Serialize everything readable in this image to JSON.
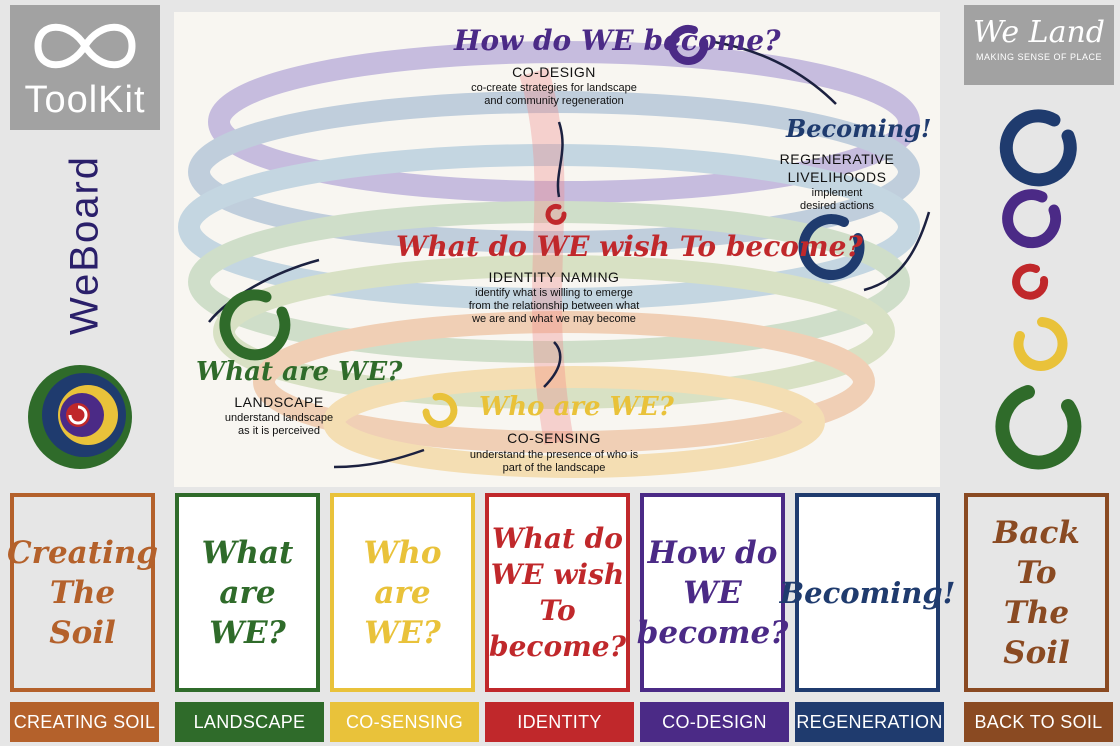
{
  "left_panel": {
    "brand": "ToolKit",
    "board_title": "WeBoard"
  },
  "right_panel": {
    "brand_title": "We Land",
    "brand_tagline": "MAKING SENSE OF PLACE"
  },
  "diagram": {
    "stages": [
      {
        "question": "How do WE become?",
        "heading": "CO-DESIGN",
        "desc": "co-create strategies for landscape\nand community regeneration",
        "color": "#4b2a86"
      },
      {
        "question": "Becoming!",
        "heading": "REGENERATIVE\nLIVELIHOODS",
        "desc": "implement\ndesired actions",
        "color": "#1f3b6e"
      },
      {
        "question": "What do WE wish To become?",
        "heading": "IDENTITY NAMING",
        "desc": "identify what is willing to emerge\nfrom the relationship between what\nwe are and what we may become",
        "color": "#c0282b"
      },
      {
        "question": "What are WE?",
        "heading": "LANDSCAPE",
        "desc": "understand landscape\nas it is perceived",
        "color": "#2f6b2a"
      },
      {
        "question": "Who are WE?",
        "heading": "CO-SENSING",
        "desc": "understand the presence of who is\npart of the landscape",
        "color": "#e9c23a"
      }
    ]
  },
  "cards": [
    {
      "title": "Creating\nThe\nSoil",
      "tab": "CREATING SOIL",
      "color": "#b4612b"
    },
    {
      "title": "What\nare\nWE?",
      "tab": "LANDSCAPE",
      "color": "#2f6b2a"
    },
    {
      "title": "Who\nare\nWE?",
      "tab": "CO-SENSING",
      "color": "#e9c23a"
    },
    {
      "title": "What do\nWE wish\nTo become?",
      "tab": "IDENTITY",
      "color": "#c0282b"
    },
    {
      "title": "How do\nWE\nbecome?",
      "tab": "CO-DESIGN",
      "color": "#4b2a86"
    },
    {
      "title": "Becoming!",
      "tab": "REGENERATION",
      "color": "#1f3b6e"
    },
    {
      "title": "Back To\nThe\nSoil",
      "tab": "BACK TO SOIL",
      "color": "#8a4a22"
    }
  ],
  "icons": {
    "toolkit_logo": "infinity-icon",
    "weboard_logo": "spiral-swirl-icon",
    "enso_colors": [
      "#1f3b6e",
      "#4b2a86",
      "#c0282b",
      "#e9c23a",
      "#2f6b2a"
    ]
  }
}
